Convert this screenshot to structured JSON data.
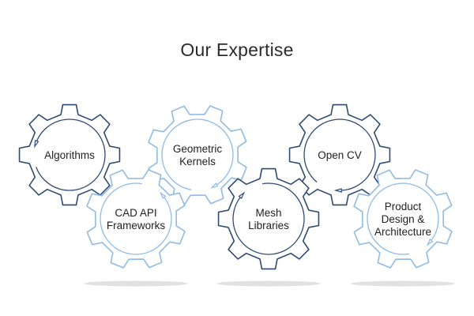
{
  "title": "Our Expertise",
  "colors": {
    "dark": "#2f4b72",
    "light": "#8fbbe6",
    "text": "#1f1f1f",
    "shadow": "#d9d9d9"
  },
  "gears": [
    {
      "id": "algorithms",
      "lines": [
        "Algorithms"
      ],
      "tone": "dark"
    },
    {
      "id": "geometric-kernels",
      "lines": [
        "Geometric",
        "Kernels"
      ],
      "tone": "light"
    },
    {
      "id": "open-cv",
      "lines": [
        "Open CV"
      ],
      "tone": "dark"
    },
    {
      "id": "cad-api-frameworks",
      "lines": [
        "CAD API",
        "Frameworks"
      ],
      "tone": "light"
    },
    {
      "id": "mesh-libraries",
      "lines": [
        "Mesh",
        "Libraries"
      ],
      "tone": "dark"
    },
    {
      "id": "product-design-architecture",
      "lines": [
        "Product",
        "Design &",
        "Architecture"
      ],
      "tone": "light"
    }
  ]
}
